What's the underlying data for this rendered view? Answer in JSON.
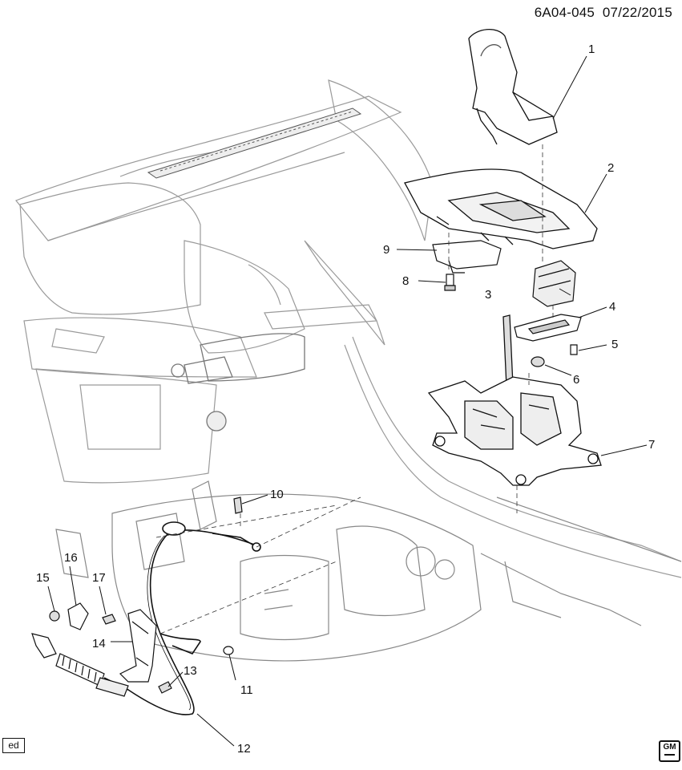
{
  "header": {
    "diagram_id": "6A04-045",
    "date": "07/22/2015"
  },
  "callouts": [
    {
      "label": "1"
    },
    {
      "label": "2"
    },
    {
      "label": "3"
    },
    {
      "label": "4"
    },
    {
      "label": "5"
    },
    {
      "label": "6"
    },
    {
      "label": "7"
    },
    {
      "label": "8"
    },
    {
      "label": "9"
    },
    {
      "label": "10"
    },
    {
      "label": "11"
    },
    {
      "label": "12"
    },
    {
      "label": "13"
    },
    {
      "label": "14"
    },
    {
      "label": "15"
    },
    {
      "label": "16"
    },
    {
      "label": "17"
    }
  ],
  "footer": {
    "left_box_label": "ed",
    "right_logo_text": "GM"
  },
  "icons": {
    "logo": "gm-logo-icon"
  },
  "colors": {
    "line": "#1a1a1a",
    "light_line": "#9a9a9a",
    "background": "#ffffff"
  }
}
